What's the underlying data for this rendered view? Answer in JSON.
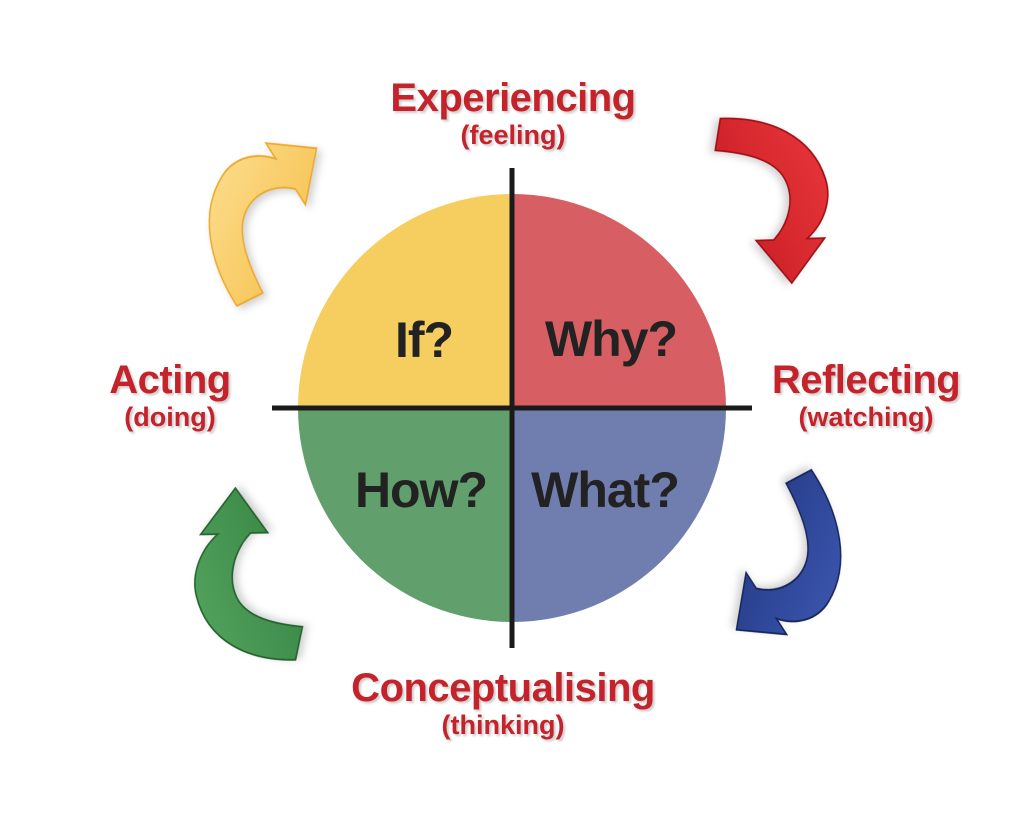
{
  "cycle": {
    "stages": [
      {
        "label": "Experiencing",
        "sublabel": "(feeling)",
        "position": "top"
      },
      {
        "label": "Reflecting",
        "sublabel": "(watching)",
        "position": "right"
      },
      {
        "label": "Conceptualising",
        "sublabel": "(thinking)",
        "position": "bottom"
      },
      {
        "label": "Acting",
        "sublabel": "(doing)",
        "position": "left"
      }
    ],
    "quadrants": [
      {
        "question": "If?",
        "color": "#F6CE5F",
        "position": "top-left"
      },
      {
        "question": "Why?",
        "color": "#D75E62",
        "position": "top-right"
      },
      {
        "question": "How?",
        "color": "#61A06C",
        "position": "bottom-left"
      },
      {
        "question": "What?",
        "color": "#6F7EAE",
        "position": "bottom-right"
      }
    ],
    "arrows": [
      {
        "name": "acting-to-experiencing",
        "position": "top-left",
        "color_light": "#FCE195",
        "color_dark": "#F5B83C",
        "edge": "#EDA92B"
      },
      {
        "name": "experiencing-to-reflecting",
        "position": "top-right",
        "color_light": "#EC3A3E",
        "color_dark": "#BE151C",
        "edge": "#A01016"
      },
      {
        "name": "reflecting-to-conceptualising",
        "position": "bottom-right",
        "color_light": "#3E5BB5",
        "color_dark": "#1E3078",
        "edge": "#172559"
      },
      {
        "name": "conceptualising-to-acting",
        "position": "bottom-left",
        "color_light": "#57A862",
        "color_dark": "#2E7B3C",
        "edge": "#25632F"
      }
    ],
    "axis_color": "#1a1a1a",
    "label_color": "#C5232B",
    "question_color": "#222222",
    "background": "#ffffff"
  }
}
